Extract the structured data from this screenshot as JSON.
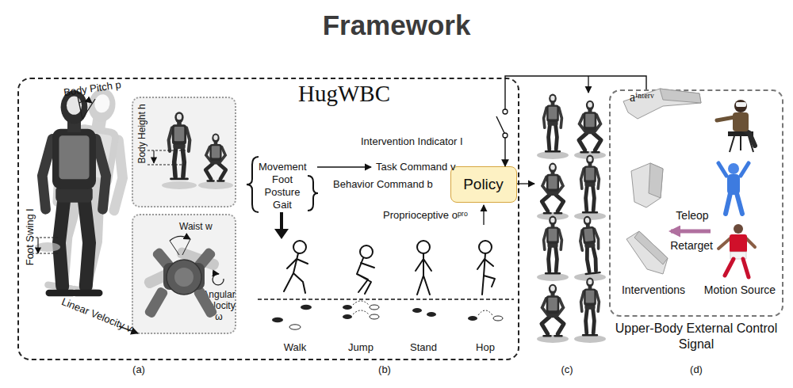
{
  "diagram": {
    "title": "Framework",
    "nodes": [
      {
        "text": [
          "HugWBC"
        ]
      },
      {
        "text": [
          "Body Height h"
        ],
        "in": 0
      },
      {
        "text": [
          "Waist w",
          "Angular Velocity ω"
        ],
        "in": 0
      },
      {
        "text": [
          "Policy"
        ],
        "in": 0
      },
      {
        "text": [
          "Upper-Body External Control Signal"
        ]
      }
    ],
    "edges": [
      {
        "from": 4,
        "to": 3,
        "arrow": "to"
      }
    ],
    "labels": [
      "Body Pitch p",
      "Foot Swing l",
      "Linear Velocity v",
      "(a)",
      "Movement",
      "Task Command v",
      "Foot",
      "Posture",
      "Gait",
      "Behavior Command b",
      "Intervention Indicator I",
      "Proprioceptive oᵖʳᵒ",
      "Walk",
      "Jump",
      "Stand",
      "Hop",
      "(b)",
      "(c)",
      "aⁱⁿᵗᵉʳᵛ",
      "Teleop",
      "Retarget",
      "Interventions",
      "Motion Source",
      "(d)"
    ]
  }
}
